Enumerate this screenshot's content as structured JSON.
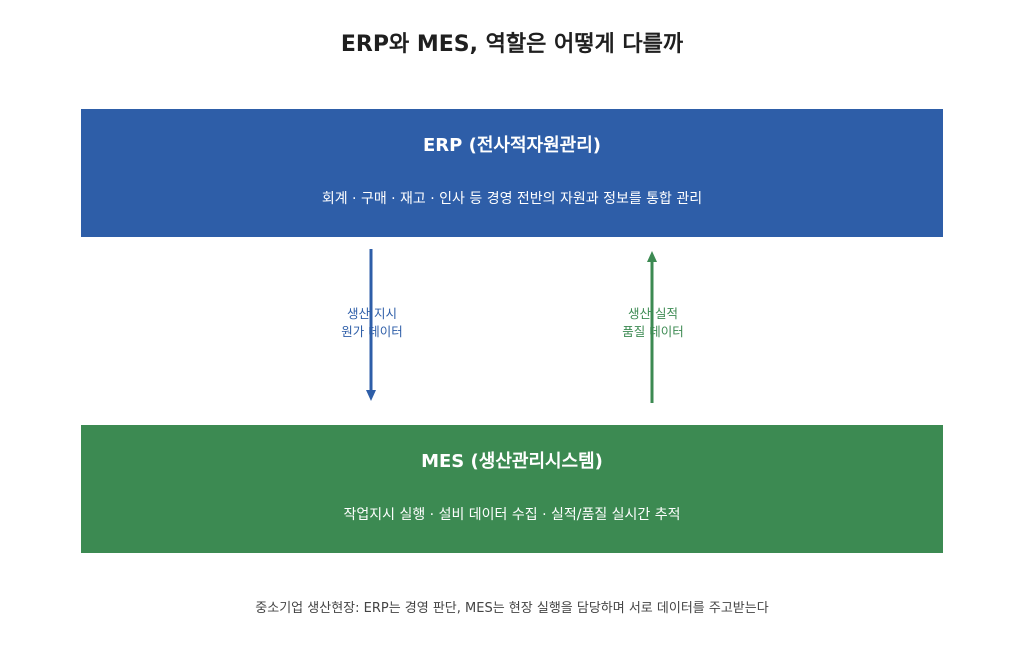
{
  "title": "ERP와 MES, 역할은 어떻게 다를까",
  "erp": {
    "title": "ERP (전사적자원관리)",
    "description": "회계 · 구매 · 재고 · 인사 등 경영 전반의 자원과 정보를 통합 관리",
    "color": "#2e5ea8"
  },
  "mes": {
    "title": "MES (생산관리시스템)",
    "description": "작업지시 실행 · 설비 데이터 수집 · 실적/품질 실시간 추적",
    "color": "#3c8a52"
  },
  "flow_down": {
    "line1": "생산 지시",
    "line2": "원가 데이터",
    "direction": "ERP → MES"
  },
  "flow_up": {
    "line1": "생산 실적",
    "line2": "품질 데이터",
    "direction": "MES → ERP"
  },
  "footer": "중소기업 생산현장: ERP는 경영 판단, MES는 현장 실행을 담당하며 서로 데이터를 주고받는다"
}
